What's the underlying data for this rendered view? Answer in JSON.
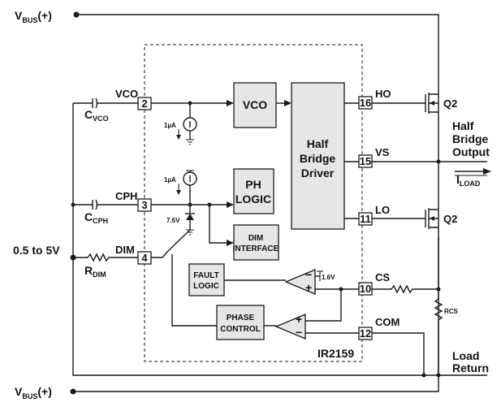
{
  "supply": {
    "v": "V",
    "sub": "BUS",
    "suffix": "(+)"
  },
  "chip_name": "IR2159",
  "pins": [
    {
      "num": "2",
      "label": "VCO"
    },
    {
      "num": "3",
      "label": "CPH"
    },
    {
      "num": "4",
      "label": "DIM"
    },
    {
      "num": "16",
      "label": "HO"
    },
    {
      "num": "15",
      "label": "VS"
    },
    {
      "num": "11",
      "label": "LO"
    },
    {
      "num": "10",
      "label": "CS"
    },
    {
      "num": "12",
      "label": "COM"
    }
  ],
  "blocks": {
    "vco": "VCO",
    "driver": [
      "Half",
      "Bridge",
      "Driver"
    ],
    "ph_logic": [
      "PH",
      "LOGIC"
    ],
    "dim_interface": [
      "DIM",
      "INTERFACE"
    ],
    "fault_logic": [
      "FAULT",
      "LOGIC"
    ],
    "phase_control": [
      "PHASE",
      "CONTROL"
    ]
  },
  "components": {
    "c_vco": {
      "main": "C",
      "sub": "VCO"
    },
    "c_cph": {
      "main": "C",
      "sub": "CPH"
    },
    "r_dim": {
      "main": "R",
      "sub": "DIM"
    },
    "rcs": "RCS",
    "q_high": "Q2",
    "q_low": "Q2"
  },
  "annotations": {
    "current_1": "1µA",
    "current_2": "1µA",
    "zener": "7.6V",
    "ref": "1.6V",
    "plus": "+",
    "minus": "−"
  },
  "external": {
    "dim_input": "0.5 to 5V",
    "output": [
      "Half",
      "Bridge",
      "Output"
    ],
    "iload": {
      "main": "I",
      "sub": "LOAD"
    },
    "load_return": [
      "Load",
      "Return"
    ]
  }
}
